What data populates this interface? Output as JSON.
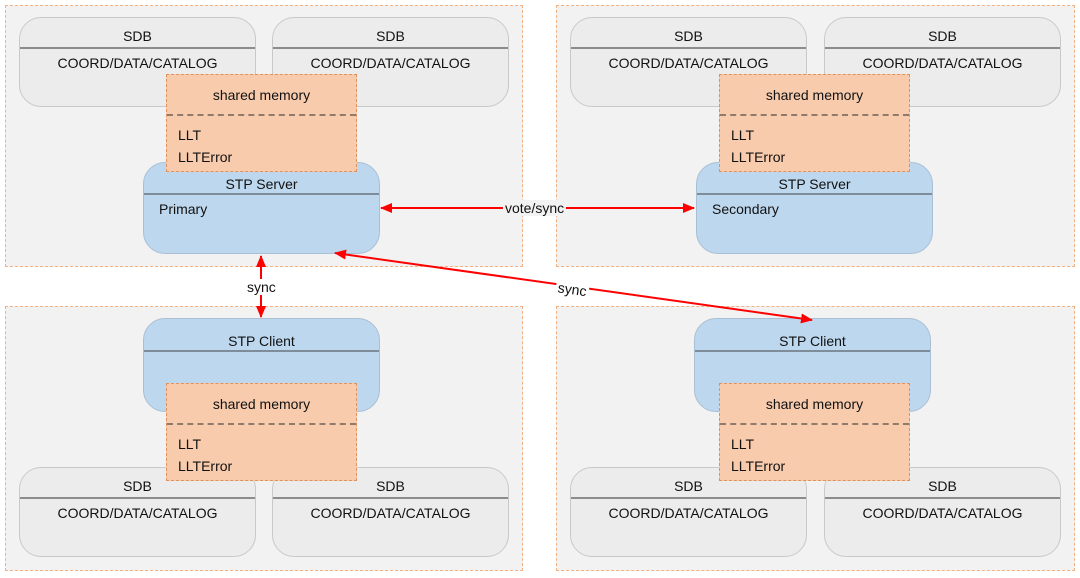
{
  "sdb": {
    "title": "SDB",
    "subtitle": "COORD/DATA/CATALOG"
  },
  "shared_memory": {
    "title": "shared memory",
    "items": [
      "LLT",
      "LLTError"
    ]
  },
  "stp_server": {
    "title": "STP Server",
    "primary": "Primary",
    "secondary": "Secondary"
  },
  "stp_client": {
    "title": "STP Client"
  },
  "links": {
    "vote_sync": "vote/sync",
    "sync_vertical": "sync",
    "sync_diagonal": "sync"
  },
  "colors": {
    "quadrant_fill": "#f2f2f2",
    "quadrant_border": "#f4b183",
    "sdb_fill": "#ececec",
    "stp_fill": "#bdd7ee",
    "shared_memory_fill": "#f8cbad",
    "arrow": "#ff0000"
  }
}
